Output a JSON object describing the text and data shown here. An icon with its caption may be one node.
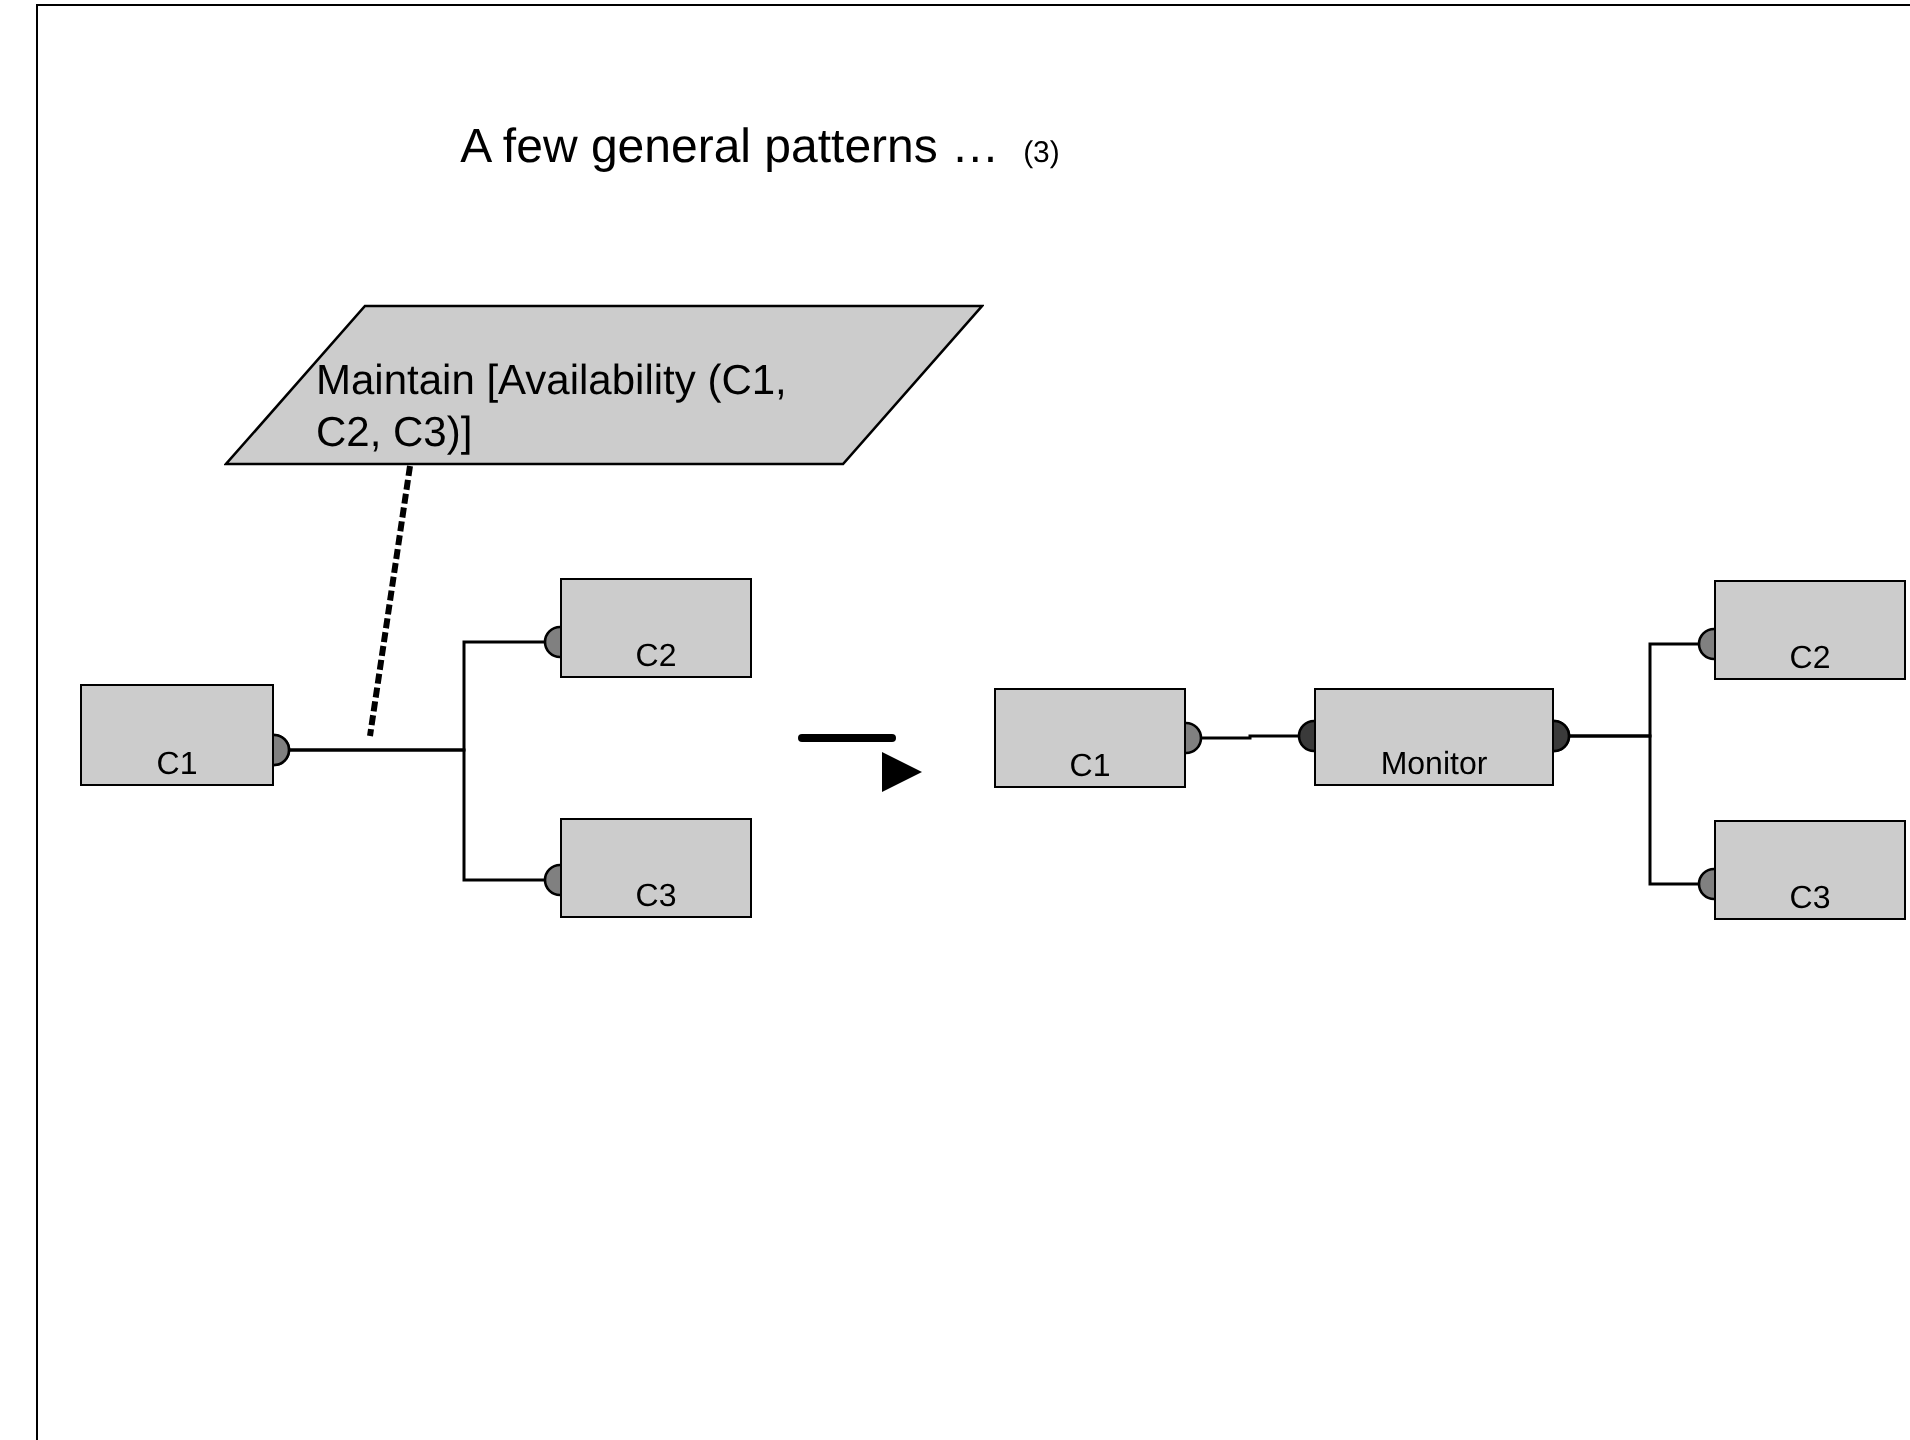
{
  "diagram": {
    "title": "A few general patterns …",
    "nodes": [
      {
        "text": [
          "Maintain [Availability (C1, C2, C3)]"
        ]
      },
      {
        "text": [
          "C1"
        ]
      },
      {
        "text": [
          "C2"
        ]
      },
      {
        "text": [
          "C3"
        ]
      },
      {
        "text": [
          "C1"
        ]
      },
      {
        "text": [
          "Monitor"
        ]
      },
      {
        "text": [
          "C2"
        ]
      },
      {
        "text": [
          "C3"
        ]
      }
    ],
    "edges": [
      {
        "from": 0,
        "to": null,
        "arrow": "none",
        "style": "dashed"
      },
      {
        "from": 1,
        "to": 2,
        "arrow": "other"
      },
      {
        "from": 1,
        "to": 3,
        "arrow": "other"
      },
      {
        "from": 4,
        "to": 5,
        "arrow": "other"
      },
      {
        "from": 5,
        "to": 6,
        "arrow": "other"
      },
      {
        "from": 5,
        "to": 7,
        "arrow": "other"
      }
    ],
    "labels": [
      "(3)"
    ]
  }
}
